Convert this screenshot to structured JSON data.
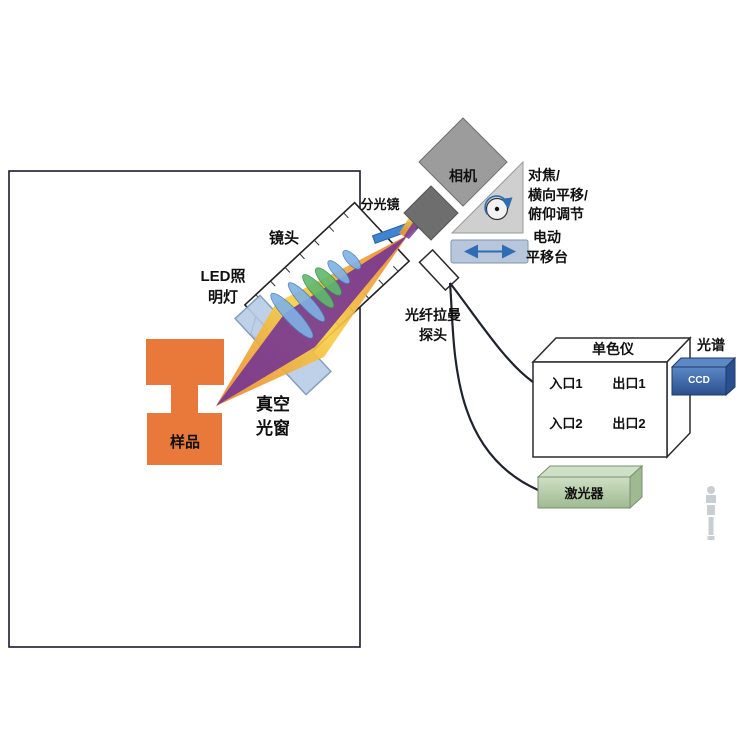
{
  "labels": {
    "lens": "镜头",
    "led_line1": "LED照",
    "led_line2": "明灯",
    "window_line1": "真空",
    "window_line2": "光窗",
    "sample": "样品",
    "beamsplitter": "分光镜",
    "camera": "相机",
    "adjust_line1": "对焦/",
    "adjust_line2": "横向平移/",
    "adjust_line3": "俯仰调节",
    "stage_line1": "电动",
    "stage_line2": "平移台",
    "probe_line1": "光纤拉曼",
    "probe_line2": "探头",
    "monochromator": "单色仪",
    "entrance1": "入口1",
    "exit1": "出口1",
    "entrance2": "入口2",
    "exit2": "出口2",
    "spectrum": "光谱",
    "ccd": "CCD",
    "laser": "激光器"
  },
  "colors": {
    "sample_orange": "#E8793A",
    "beam_yellow": "#F7CE46",
    "beam_orange": "#E8822F",
    "beam_purple": "#6E2F96",
    "splitter_blue": "#3D85D1",
    "window_blue": "#B9CEE8",
    "lens_blue": "#7FB2E5",
    "lens_green": "#5FB96E",
    "camera_gray": "#9C9C9C",
    "camera_lens_gray": "#6E6E6E",
    "stage_gray": "#CFCFCF",
    "stage_bar_blue": "#B7C6DA",
    "arrow_blue": "#2E6DB4",
    "laser_light": "#CEE0C5",
    "laser_dark": "#9FBA91",
    "ccd_light": "#5C88C6",
    "ccd_dark": "#2A4F8E",
    "fiber_dark": "#1E232E",
    "outline_dark": "#1A1A2E"
  }
}
